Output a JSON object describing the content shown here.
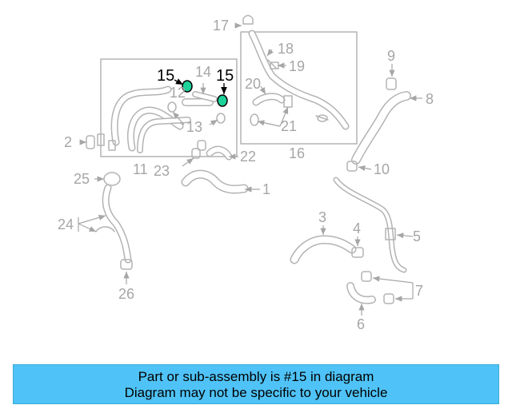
{
  "diagram": {
    "labels": {
      "p1": "1",
      "p2": "2",
      "p3": "3",
      "p4": "4",
      "p5": "5",
      "p6": "6",
      "p7": "7",
      "p8": "8",
      "p10": "10",
      "p11": "11",
      "p9": "9",
      "p12": "12",
      "p13": "13",
      "p14": "14",
      "p15a": "15",
      "p15b": "15",
      "p16": "16",
      "p17": "17",
      "p18": "18",
      "p19": "19",
      "p20": "20",
      "p21": "21",
      "p22": "22",
      "p23": "23",
      "p24": "24",
      "p25": "25",
      "p26": "26"
    },
    "colors": {
      "part_line": "#b3b3b3",
      "highlight": "#1bd39a",
      "banner": "#4fc3f7"
    }
  },
  "banner": {
    "line1": "Part or sub-assembly is #15 in diagram",
    "line2": "Diagram may not be specific to your vehicle"
  }
}
